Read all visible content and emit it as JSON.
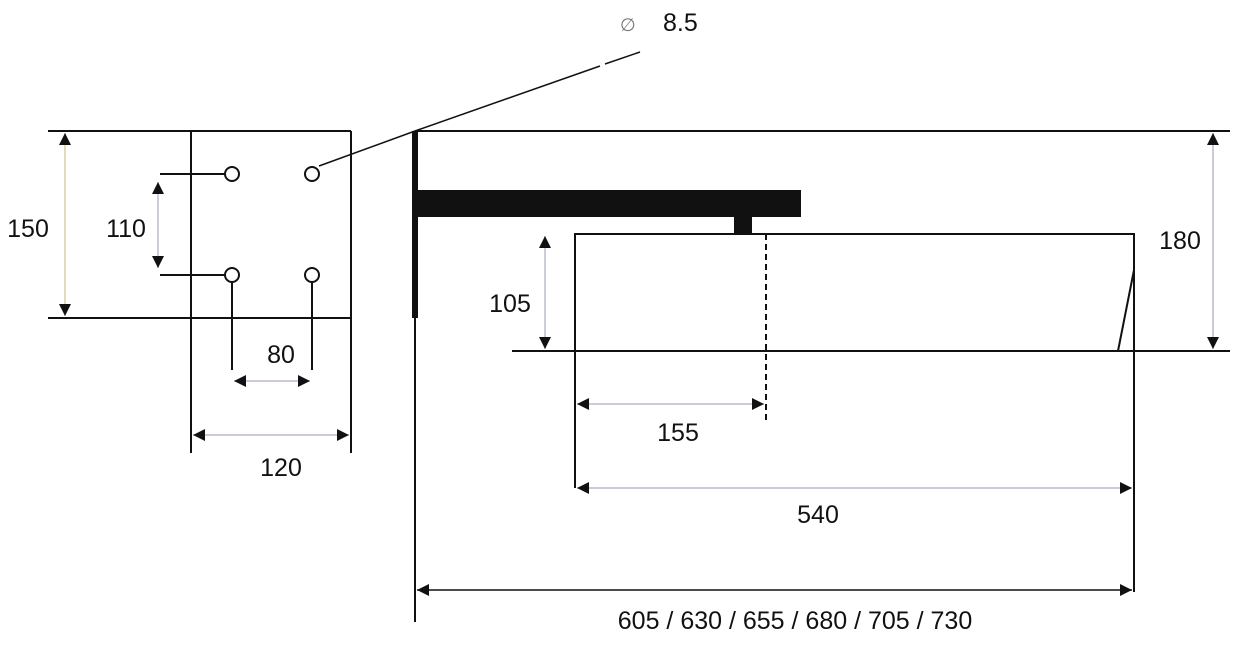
{
  "colors": {
    "line": "#111111",
    "dimension_line": "#b8bcd0",
    "dimension_line_alt": "#d8cfa8"
  },
  "plate_view": {
    "height_label": "150",
    "hole_vertical_spacing_label": "110",
    "hole_horizontal_spacing_label": "80",
    "width_label": "120"
  },
  "side_view": {
    "hole_diameter_symbol": "∅",
    "hole_diameter_label": "8.5",
    "total_height_label": "180",
    "body_height_label": "105",
    "pivot_offset_label": "155",
    "body_length_label": "540",
    "overall_length_label": "605 / 630 / 655 / 680 / 705 / 730"
  }
}
